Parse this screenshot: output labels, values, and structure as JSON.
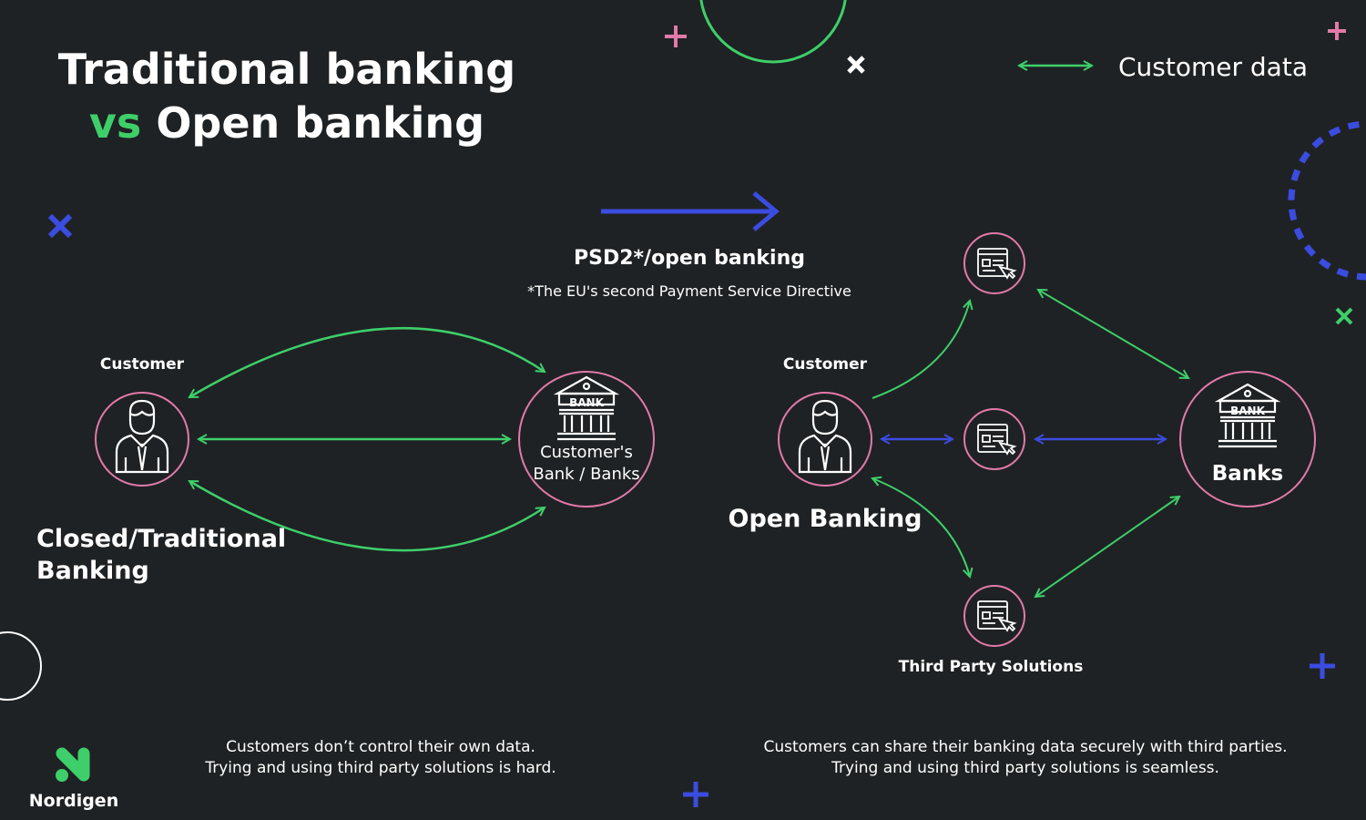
{
  "title": {
    "line1": "Traditional banking",
    "vs": "vs",
    "line2": "Open banking"
  },
  "legend": {
    "label": "Customer data"
  },
  "transition": {
    "label": "PSD2*/open banking",
    "footnote": "*The EU's second Payment Service Directive"
  },
  "closed": {
    "customer_label": "Customer",
    "bank_label_1": "Customer's",
    "bank_label_2": "Bank / Banks",
    "bank_icon_text": "BANK",
    "title_1": "Closed/Traditional",
    "title_2": "Banking",
    "caption_1": "Customers don’t control their own data.",
    "caption_2": "Trying and using third party solutions is hard."
  },
  "open": {
    "customer_label": "Customer",
    "title": "Open Banking",
    "banks_label": "Banks",
    "bank_icon_text": "BANK",
    "third_party_label": "Third Party Solutions",
    "caption_1": "Customers can share their banking data securely with third parties.",
    "caption_2": "Trying and using third party solutions is seamless."
  },
  "brand": {
    "name": "Nordigen"
  },
  "colors": {
    "background": "#1f2224",
    "green": "#3ecf6a",
    "blue": "#3b4ce0",
    "pink": "#e27aa9"
  }
}
